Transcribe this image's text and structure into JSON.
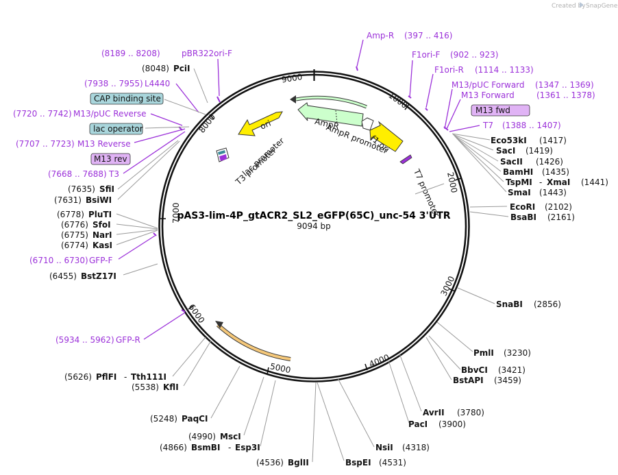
{
  "plasmid": {
    "name": "pAS3-lim-4P_gtACR2_SL2_eGFP(65C)_unc-54 3'UTR",
    "length_label": "9094 bp"
  },
  "branding": {
    "created_by": "Created by",
    "app": "SnapGene"
  },
  "ticks": [
    "9000",
    "1000",
    "2000",
    "3000",
    "4000",
    "5000",
    "6000",
    "7000",
    "8000"
  ],
  "features": {
    "ori": "ori",
    "ampr": "AmpR",
    "ampr_promoter": "AmpR promoter",
    "f1_ori": "f1 ori",
    "t7_promoter": "T7 promoter",
    "lac_promoter": "lac promoter",
    "t3_promoter": "T3 promoter"
  },
  "enzymes": [
    {
      "name": "Eco53kI",
      "pos": "(1417)"
    },
    {
      "name": "SacI",
      "pos": "(1419)"
    },
    {
      "name": "SacII",
      "pos": "(1426)"
    },
    {
      "name": "BamHI",
      "pos": "(1435)"
    },
    {
      "name": "TspMI",
      "sep": "-",
      "name2": "XmaI",
      "pos": "(1441)"
    },
    {
      "name": "SmaI",
      "pos": "(1443)"
    },
    {
      "name": "EcoRI",
      "pos": "(2102)"
    },
    {
      "name": "BsaBI",
      "pos": "(2161)"
    },
    {
      "name": "SnaBI",
      "pos": "(2856)"
    },
    {
      "name": "PmlI",
      "pos": "(3230)"
    },
    {
      "name": "BbvCI",
      "pos": "(3421)"
    },
    {
      "name": "BstAPI",
      "pos": "(3459)"
    },
    {
      "name": "AvrII",
      "pos": "(3780)"
    },
    {
      "name": "PacI",
      "pos": "(3900)"
    },
    {
      "name": "NsiI",
      "pos": "(4318)"
    },
    {
      "name": "BspEI",
      "pos": "(4531)"
    },
    {
      "name": "BglII",
      "pos": "(4536)"
    },
    {
      "name": "BsmBI",
      "sep": "-",
      "name2": "Esp3I",
      "pos": "(4866)"
    },
    {
      "name": "MscI",
      "pos": "(4990)"
    },
    {
      "name": "PaqCI",
      "pos": "(5248)"
    },
    {
      "name": "KflI",
      "pos": "(5538)"
    },
    {
      "name": "PflFI",
      "sep": "-",
      "name2": "Tth111I",
      "pos": "(5626)"
    },
    {
      "name": "BstZ17I",
      "pos": "(6455)"
    },
    {
      "name": "KasI",
      "pos": "(6774)"
    },
    {
      "name": "NarI",
      "pos": "(6775)"
    },
    {
      "name": "SfoI",
      "pos": "(6776)"
    },
    {
      "name": "PluTI",
      "pos": "(6778)"
    },
    {
      "name": "BsiWI",
      "pos": "(7631)"
    },
    {
      "name": "SfiI",
      "pos": "(7635)"
    },
    {
      "name": "PciI",
      "pos": "(8048)"
    }
  ],
  "primers": [
    {
      "name": "Amp-R",
      "range": "(397 .. 416)"
    },
    {
      "name": "F1ori-F",
      "range": "(902 .. 923)"
    },
    {
      "name": "F1ori-R",
      "range": "(1114 .. 1133)"
    },
    {
      "name": "M13/pUC Forward",
      "range": "(1347 .. 1369)"
    },
    {
      "name": "M13 Forward",
      "range": "(1361 .. 1378)"
    },
    {
      "name": "T7",
      "range": "(1388 .. 1407)"
    },
    {
      "name": "pBR322ori-F",
      "range": "(8189 .. 8208)"
    },
    {
      "name": "L4440",
      "range": "(7938 .. 7955)"
    },
    {
      "name": "M13/pUC Reverse",
      "range": "(7720 .. 7742)"
    },
    {
      "name": "M13 Reverse",
      "range": "(7707 .. 7723)"
    },
    {
      "name": "T3",
      "range": "(7668 .. 7688)"
    },
    {
      "name": "GFP-F",
      "range": "(6710 .. 6730)"
    },
    {
      "name": "GFP-R",
      "range": "(5934 .. 5962)"
    }
  ],
  "boxed_labels": {
    "m13_fwd": "M13 fwd",
    "cap_binding_site": "CAP binding site",
    "lac_operator": "lac operator",
    "m13_rev": "M13 rev"
  },
  "colors": {
    "backbone": "#111111",
    "primer": "#9b30d9",
    "ori": "#ffee00",
    "ampr": "#ccffcc",
    "promoter": "#ffffff",
    "orf_highlight": "#f5c87a",
    "boxed_purple": "#e0b3f5",
    "boxed_blue": "#a9d6dc"
  }
}
